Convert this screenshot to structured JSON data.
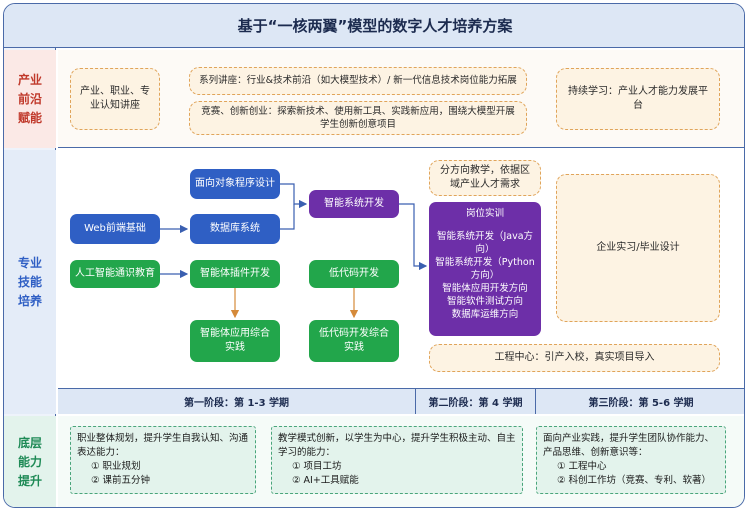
{
  "title": "基于“一核两翼”模型的数字人才培养方案",
  "sections": {
    "industry": "产业\n前沿\n赋能",
    "skills": "专业\n技能\n培养",
    "base": "底层\n能力\n提升"
  },
  "industry": {
    "left": "产业、职业、专业认知讲座",
    "lecture": "系列讲座：行业&技术前沿（如大模型技术）/ 新一代信息技术岗位能力拓展",
    "competition": "竞赛、创新创业：探索新技术、使用新工具、实践新应用，围绕大模型开展学生创新创意项目",
    "right": "持续学习：产业人才能力发展平台"
  },
  "skills": {
    "oop": "面向对象程序设计",
    "db": "数据库系统",
    "web": "Web前端基础",
    "ai_intro": "人工智能通识教育",
    "smart_sys": "智能系统开发",
    "plugin": "智能体插件开发",
    "lowcode": "低代码开发",
    "agent_app": "智能体应用综合实践",
    "lowcode_prac": "低代码开发综合实践",
    "direction": "分方向教学，依据区域产业人才需求",
    "post_title": "岗位实训",
    "post_items": [
      "智能系统开发（Java方向）",
      "智能系统开发（Python方向）",
      "智能体应用开发方向",
      "智能软件测试方向",
      "数据库运维方向"
    ],
    "enterprise": "企业实习/毕业设计",
    "eng_center": "工程中心：引产入校，真实项目导入"
  },
  "stages": [
    "第一阶段：第 1-3 学期",
    "第二阶段：第 4 学期",
    "第三阶段：第 5-6 学期"
  ],
  "base": [
    {
      "intro": "职业整体规划，提升学生自我认知、沟通表达能力：",
      "items": [
        "① 职业规划",
        "② 课前五分钟"
      ]
    },
    {
      "intro": "教学模式创新，以学生为中心，提升学生积极主动、自主学习的能力：",
      "items": [
        "① 项目工坊",
        "② AI+工具赋能"
      ]
    },
    {
      "intro": "面向产业实践，提升学生团队协作能力、产品思维、创新意识等：",
      "items": [
        "① 工程中心",
        "② 科创工作坊（竞赛、专利、软著）"
      ]
    }
  ]
}
